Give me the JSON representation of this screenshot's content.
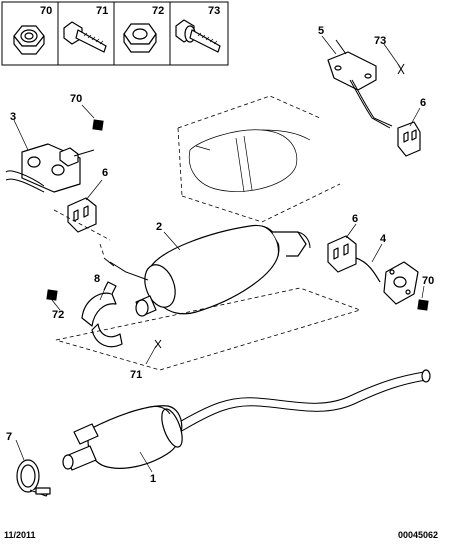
{
  "legend": [
    {
      "num": "70",
      "name": "nut"
    },
    {
      "num": "71",
      "name": "bolt"
    },
    {
      "num": "72",
      "name": "nut"
    },
    {
      "num": "73",
      "name": "bolt"
    }
  ],
  "callouts": {
    "p1": "1",
    "p2": "2",
    "p3": "3",
    "p4": "4",
    "p5": "5",
    "p6a": "6",
    "p6b": "6",
    "p6c": "6",
    "p7": "7",
    "p8": "8",
    "p70a": "70",
    "p70b": "70",
    "p71": "71",
    "p72": "72",
    "p73": "73"
  },
  "footer": {
    "date": "11/2011",
    "ref": "00045062"
  },
  "colors": {
    "ink": "#000000",
    "paper": "#ffffff"
  }
}
